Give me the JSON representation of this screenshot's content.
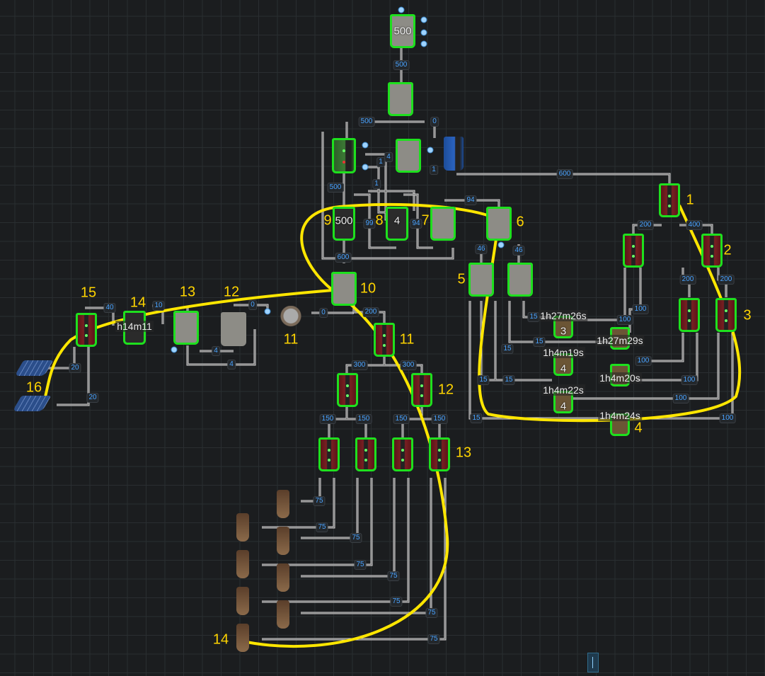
{
  "wire_labels": [
    "500",
    "500",
    "0",
    "4",
    "1",
    "1",
    "1",
    "600",
    "500",
    "94",
    "99",
    "94",
    "600",
    "46",
    "46",
    "200",
    "400",
    "200",
    "200",
    "100",
    "100",
    "15",
    "15",
    "15",
    "100",
    "15",
    "15",
    "100",
    "100",
    "15",
    "100",
    "40",
    "10",
    "0",
    "0",
    "4",
    "4",
    "20",
    "20",
    "200",
    "300",
    "300",
    "150",
    "150",
    "150",
    "150",
    "75",
    "75",
    "75",
    "75",
    "75",
    "75",
    "75",
    "75"
  ],
  "timers": [
    "1h27m26s",
    "1h27m29s",
    "1h4m19s",
    "1h4m20s",
    "1h4m22s",
    "1h4m24s",
    "h14m11"
  ],
  "device_displays": [
    "500",
    "500",
    "4",
    "3",
    "4",
    "4"
  ],
  "annotations": [
    "1",
    "2",
    "3",
    "4",
    "5",
    "6",
    "7",
    "8",
    "9",
    "10",
    "11",
    "11",
    "12",
    "13",
    "14",
    "15",
    "14",
    "13",
    "12",
    "16"
  ],
  "colors": {
    "annotation": "#ffd400",
    "selected_outline": "#1ee01e",
    "wire_label_text": "#4aa3ff"
  }
}
